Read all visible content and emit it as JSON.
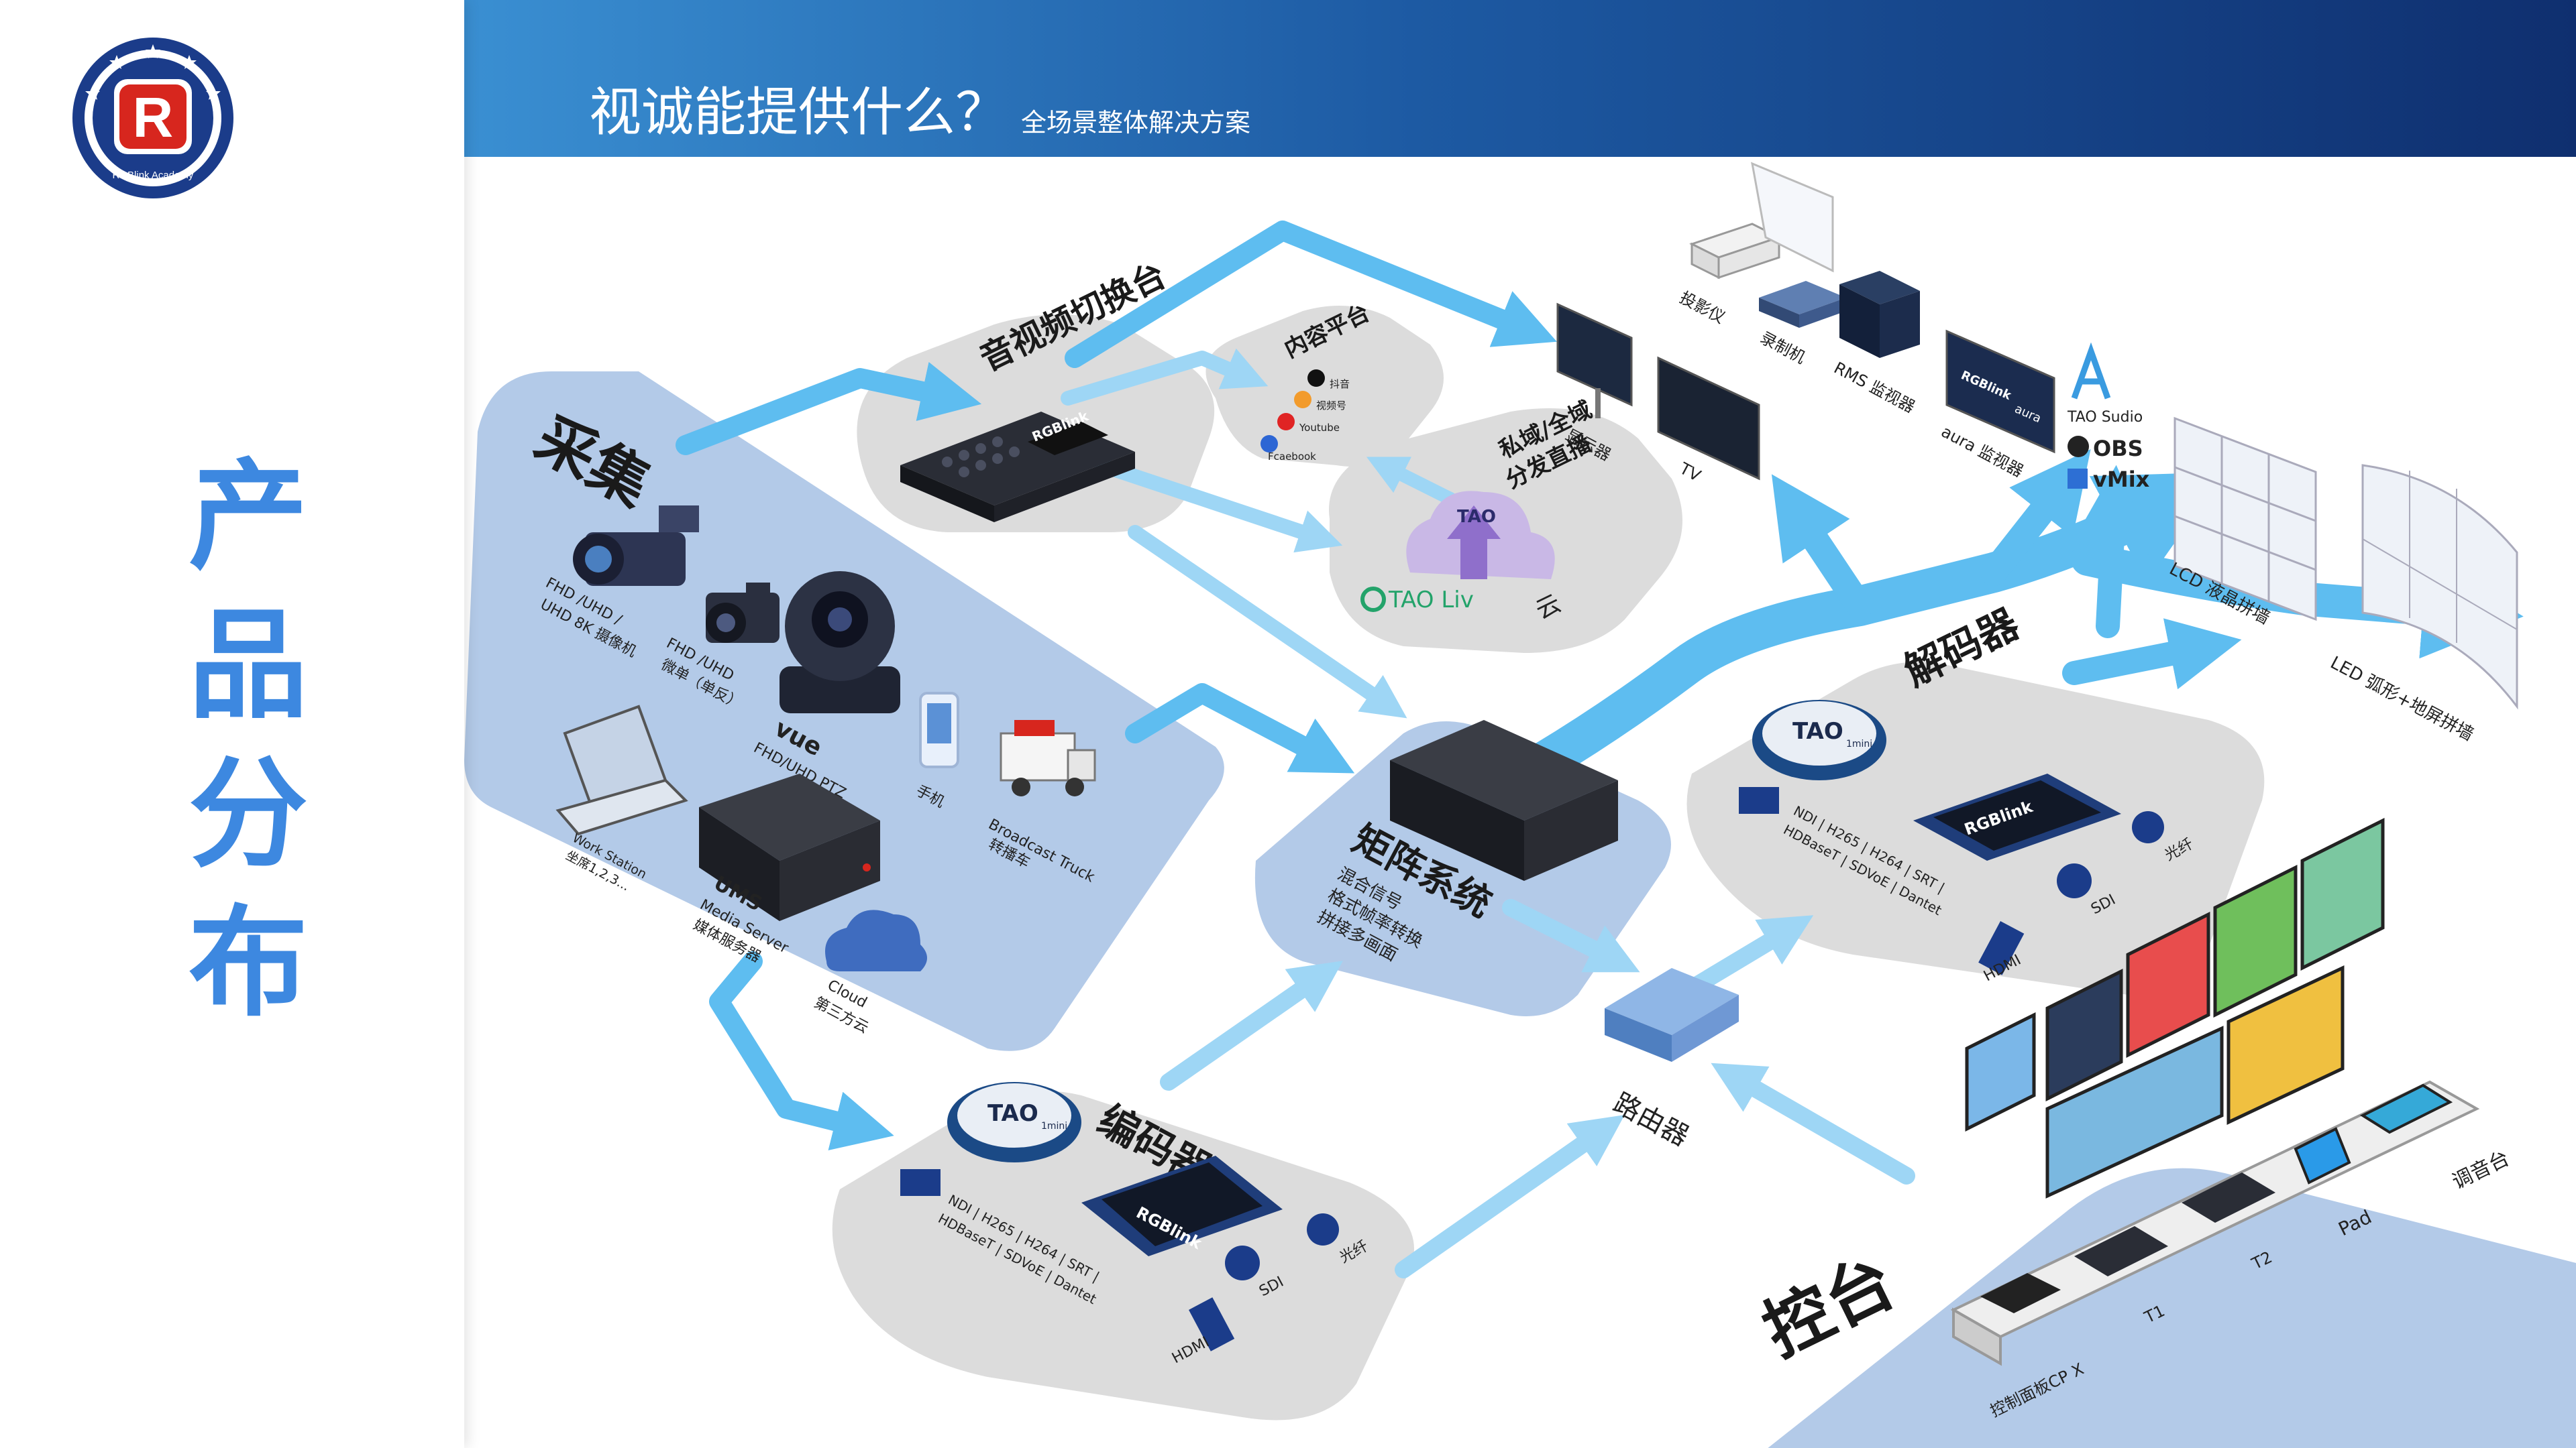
{
  "logo": {
    "letter": "R",
    "ring_text": "RGBlink Academy"
  },
  "side_title": [
    "产",
    "品",
    "分",
    "布"
  ],
  "header": {
    "title": "视诚能提供什么？",
    "subtitle": "全场景整体解决方案"
  },
  "capture": {
    "title": "采集",
    "items": {
      "camcorder": [
        "FHD /UHD /",
        "UHD 8K 摄像机"
      ],
      "dslr": [
        "FHD /UHD",
        "微单（单反）"
      ],
      "ptz": [
        "vue",
        "FHD/UHD PTZ"
      ],
      "phone": "手机",
      "truck": [
        "Broadcast Truck",
        "转播车"
      ],
      "workstation": [
        "Work Station",
        "坐席1,2,3..."
      ],
      "ums": [
        "UMS",
        "Media Server",
        "媒体服务器"
      ],
      "cloud": [
        "Cloud",
        "第三方云"
      ]
    }
  },
  "switcher": {
    "title": "音视频切换台",
    "brand": "RGBlink"
  },
  "content_platform": {
    "title": "内容平台",
    "items": [
      "抖音",
      "视频号",
      "Youtube",
      "Fcaebook"
    ]
  },
  "private_stream": {
    "title": [
      "私域/全域",
      "分发直播"
    ],
    "tao": "TAO",
    "taoliv": "TAO Liv",
    "cloud": "云"
  },
  "outputs": {
    "projector": "投影仪",
    "recorder": "录制机",
    "rms": "RMS 监视器",
    "monitor": "显示器",
    "tv": "TV",
    "aura": "aura 监视器",
    "aura_screen": "aura",
    "rgblink_screen": "RGBlink",
    "software": [
      "TAO Sudio",
      "OBS",
      "vMix"
    ],
    "lcd": "LCD 液晶拼墙",
    "led": "LED 弧形+地屏拼墙"
  },
  "matrix": {
    "title": "矩阵系统",
    "lines": [
      "混合信号",
      "格式帧率转换",
      "拼接多画面"
    ]
  },
  "decoder": {
    "title": "解码器",
    "tao": "TAO",
    "mini": "1mini",
    "brand": "RGBlink",
    "protocols": [
      "NDI | H265 | H264 | SRT |",
      "HDBaseT | SDVoE | Dantet"
    ],
    "io": [
      "HDMI",
      "SDI",
      "光纤"
    ]
  },
  "encoder": {
    "title": "编码器",
    "tao": "TAO",
    "mini": "1mini",
    "brand": "RGBlink",
    "protocols": [
      "NDI | H265 | H264 | SRT |",
      "HDBaseT | SDVoE | Dantet"
    ],
    "io": [
      "HDMI",
      "SDI",
      "光纤"
    ]
  },
  "router": "路由器",
  "console": {
    "title": "控台",
    "items": {
      "cpx": "控制面板CP X",
      "t1": "T1",
      "t2": "T2",
      "pad": "Pad",
      "mixer": "调音台"
    }
  },
  "colors": {
    "header_start": "#3a8fd2",
    "header_end": "#0f2f6f",
    "side_title": "#3d88e0",
    "arrow": "#5ebdf0",
    "capture_panel": "#b3cae8",
    "node_panel": "#dcdcdc",
    "logo_red": "#d7261e",
    "logo_navy": "#1b3c8a"
  }
}
